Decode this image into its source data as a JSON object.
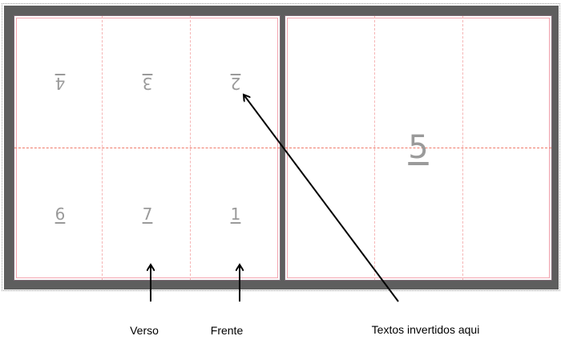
{
  "pages": {
    "inverted": [
      "4",
      "3",
      "2"
    ],
    "upright": [
      "6",
      "7",
      "1"
    ],
    "cover": "5"
  },
  "annotations": {
    "verso": "Verso",
    "frente": "Frente",
    "inverted_note": "Textos invertidos aqui"
  }
}
